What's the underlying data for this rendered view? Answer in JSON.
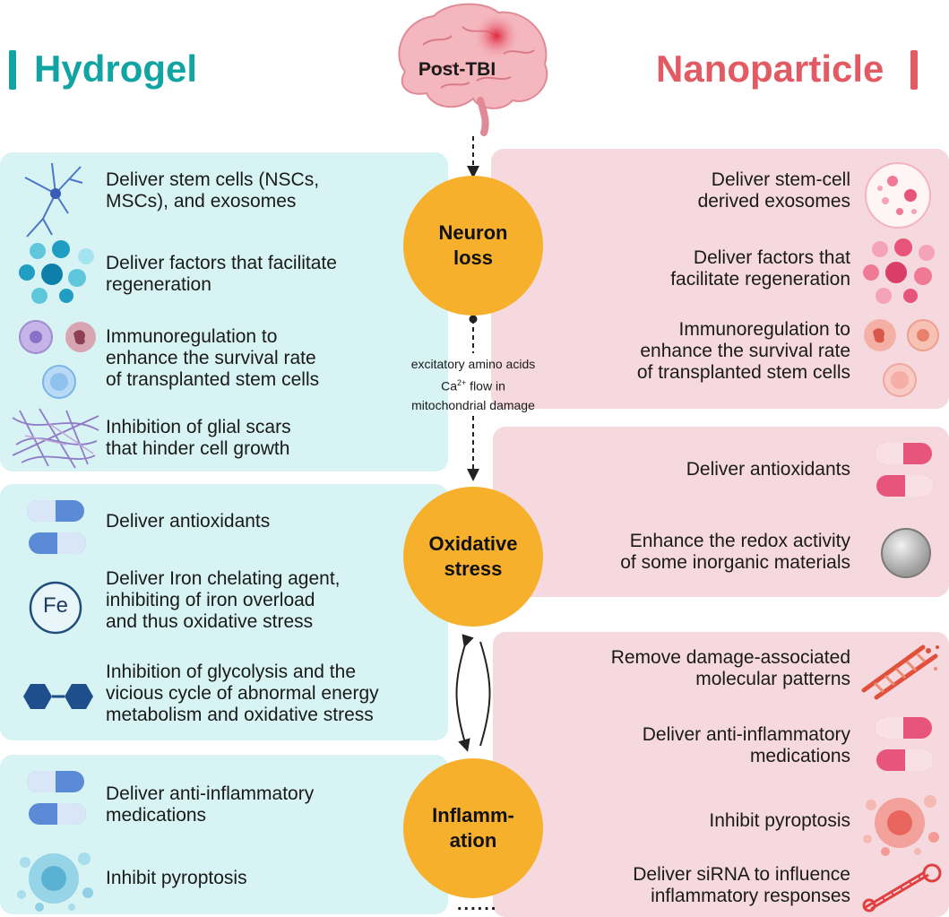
{
  "left_header": "Hydrogel",
  "right_header": "Nanoparticle",
  "brain_label": "Post-TBI",
  "colors": {
    "hydrogel": "#12a3a3",
    "nanoparticle": "#e25a63",
    "node": "#f6b02c",
    "left_panel": "#d8f3f3",
    "right_panel": "#f5d9df"
  },
  "nodes": {
    "neuron_loss": "Neuron\nloss",
    "oxidative_stress": "Oxidative\nstress",
    "inflammation": "Inflamm-\nation"
  },
  "mechanisms": {
    "line1": "excitatory amino acids",
    "line2_pre": "Ca",
    "line2_sup": "2+",
    "line2_post": " flow in",
    "line3": "mitochondrial damage"
  },
  "ellipsis": "......",
  "hydrogel": {
    "neuron_loss": [
      {
        "text": "Deliver stem cells (NSCs,\nMSCs), and exosomes",
        "icon": "neuron-icon"
      },
      {
        "text": "Deliver factors that facilitate\nregeneration",
        "icon": "blue-spheres-icon"
      },
      {
        "text": "Immunoregulation to\nenhance the survival rate\nof transplanted stem cells",
        "icon": "immune-cells-icon"
      },
      {
        "text": "Inhibition of glial scars\nthat hinder cell growth",
        "icon": "fiber-mesh-icon"
      }
    ],
    "oxidative_stress": [
      {
        "text": "Deliver antioxidants",
        "icon": "capsule-icon"
      },
      {
        "text": "Deliver Iron chelating agent,\ninhibiting of iron overload\nand thus oxidative stress",
        "icon": "iron-icon",
        "icon_label": "Fe"
      },
      {
        "text": "Inhibition of glycolysis and the\nvicious cycle of abnormal energy\nmetabolism and oxidative stress",
        "icon": "hexagon-chain-icon"
      }
    ],
    "inflammation": [
      {
        "text": "Deliver anti-inflammatory\nmedications",
        "icon": "capsule-icon"
      },
      {
        "text": "Inhibit pyroptosis",
        "icon": "pyroptosis-icon"
      }
    ]
  },
  "nanoparticle": {
    "neuron_loss": [
      {
        "text": "Deliver stem-cell\nderived exosomes",
        "icon": "exosome-icon"
      },
      {
        "text": "Deliver factors that\nfacilitate regeneration",
        "icon": "pink-spheres-icon"
      },
      {
        "text": "Immunoregulation to\nenhance the survival rate\nof transplanted stem cells",
        "icon": "immune-cells-icon"
      }
    ],
    "oxidative_stress": [
      {
        "text": "Deliver antioxidants",
        "icon": "capsule-icon"
      },
      {
        "text": "Enhance the redox activity\nof some inorganic materials",
        "icon": "sphere-icon"
      }
    ],
    "inflammation": [
      {
        "text": "Remove damage-associated\nmolecular patterns",
        "icon": "dna-icon"
      },
      {
        "text": "Deliver anti-inflammatory\nmedications",
        "icon": "capsule-icon"
      },
      {
        "text": "Inhibit pyroptosis",
        "icon": "pyroptosis-icon"
      },
      {
        "text": "Deliver siRNA to influence\ninflammatory responses",
        "icon": "sirna-icon"
      }
    ]
  }
}
